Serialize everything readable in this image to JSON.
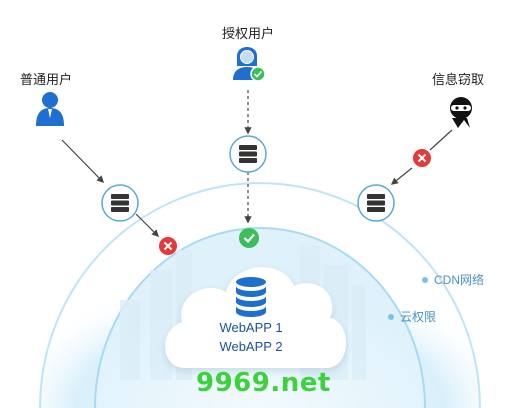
{
  "labels": {
    "normal_user": "普通用户",
    "authorized_user": "授权用户",
    "info_theft": "信息窃取"
  },
  "legend": {
    "cdn": "CDN网络",
    "cloud_permission": "云权限"
  },
  "cloud": {
    "app1": "WebAPP 1",
    "app2": "WebAPP 2"
  },
  "watermark": "9969.net",
  "colors": {
    "user_blue": "#1f6fd0",
    "server_stroke": "#5aa9d6",
    "allow_green": "#3cbf5a",
    "deny_red": "#e23b3b",
    "ring_blue": "#bfe4f7"
  }
}
